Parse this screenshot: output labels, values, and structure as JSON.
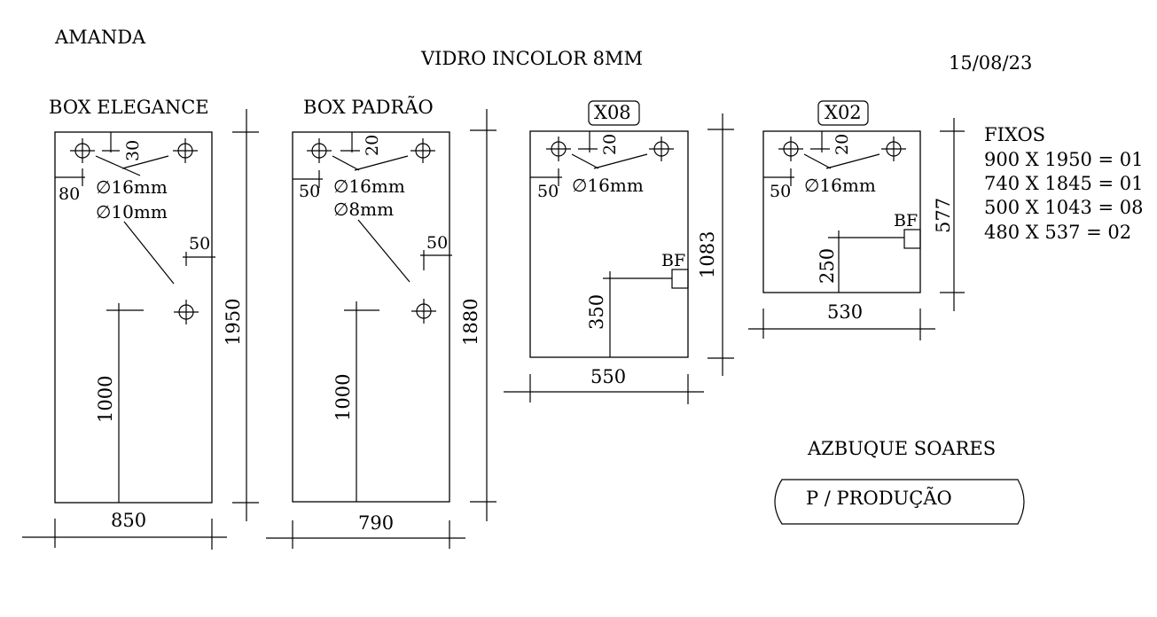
{
  "header": {
    "client": "AMANDA",
    "material": "VIDRO INCOLOR 8MM",
    "date": "15/08/23"
  },
  "panels": {
    "p1": {
      "title": "BOX ELEGANCE",
      "width": "850",
      "height": "1950",
      "hinge_top": "30",
      "hinge_side": "80",
      "hole_a": "∅16mm",
      "hole_b": "∅10mm",
      "handle_offset": "50",
      "handle_height": "1000"
    },
    "p2": {
      "title": "BOX PADRÃO",
      "width": "790",
      "height": "1880",
      "hinge_top": "20",
      "hinge_side": "50",
      "hole_a": "∅16mm",
      "hole_b": "∅8mm",
      "handle_offset": "50",
      "handle_height": "1000"
    },
    "p3": {
      "title": "X08",
      "width": "550",
      "height": "1083",
      "hinge_top": "20",
      "hinge_side": "50",
      "hole_a": "∅16mm",
      "lock": "BF",
      "lock_height": "350"
    },
    "p4": {
      "title": "X02",
      "width": "530",
      "height": "577",
      "hinge_top": "20",
      "hinge_side": "50",
      "hole_a": "∅16mm",
      "lock": "BF",
      "lock_height": "250"
    }
  },
  "fixos": {
    "title": "FIXOS",
    "items": [
      "900 X 1950 = 01",
      "740 X 1845 = 01",
      "500 X 1043 = 08",
      "480 X 537 = 02"
    ]
  },
  "footer": {
    "client_name": "AZBUQUE SOARES",
    "stamp": "P / PRODUÇÃO"
  }
}
